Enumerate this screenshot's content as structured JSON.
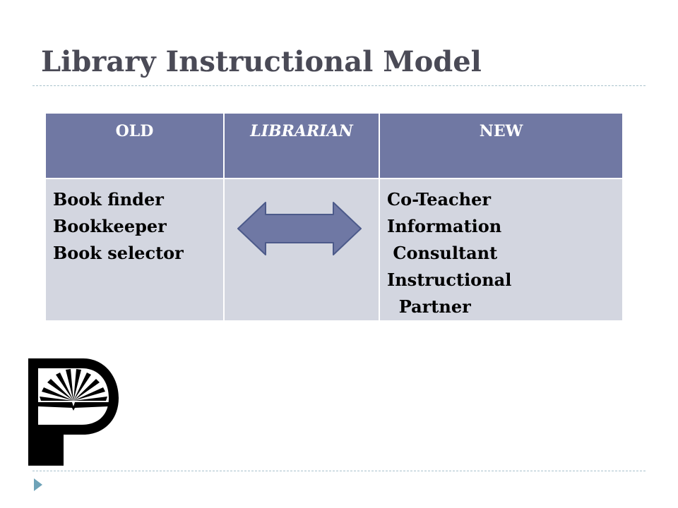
{
  "title": "Library Instructional Model",
  "table": {
    "headers": [
      "OLD",
      "LIBRARIAN",
      "NEW"
    ],
    "old_items": [
      "Book finder",
      "Bookkeeper",
      "Book selector"
    ],
    "new_items": [
      "Co-Teacher",
      "Information",
      " Consultant",
      "Instructional",
      "  Partner"
    ]
  },
  "colors": {
    "title": "#4a4a56",
    "header_fill": "#7078a3",
    "body_fill": "#d3d6e0",
    "arrow_fill": "#6f78a4",
    "arrow_stroke": "#4c5a8a",
    "divider": "#a9c2cc",
    "marker": "#6fa3b8"
  },
  "icons": {
    "arrow": "double-headed-arrow-icon",
    "logo": "library-book-p-logo",
    "marker": "triangle-bullet-icon"
  }
}
